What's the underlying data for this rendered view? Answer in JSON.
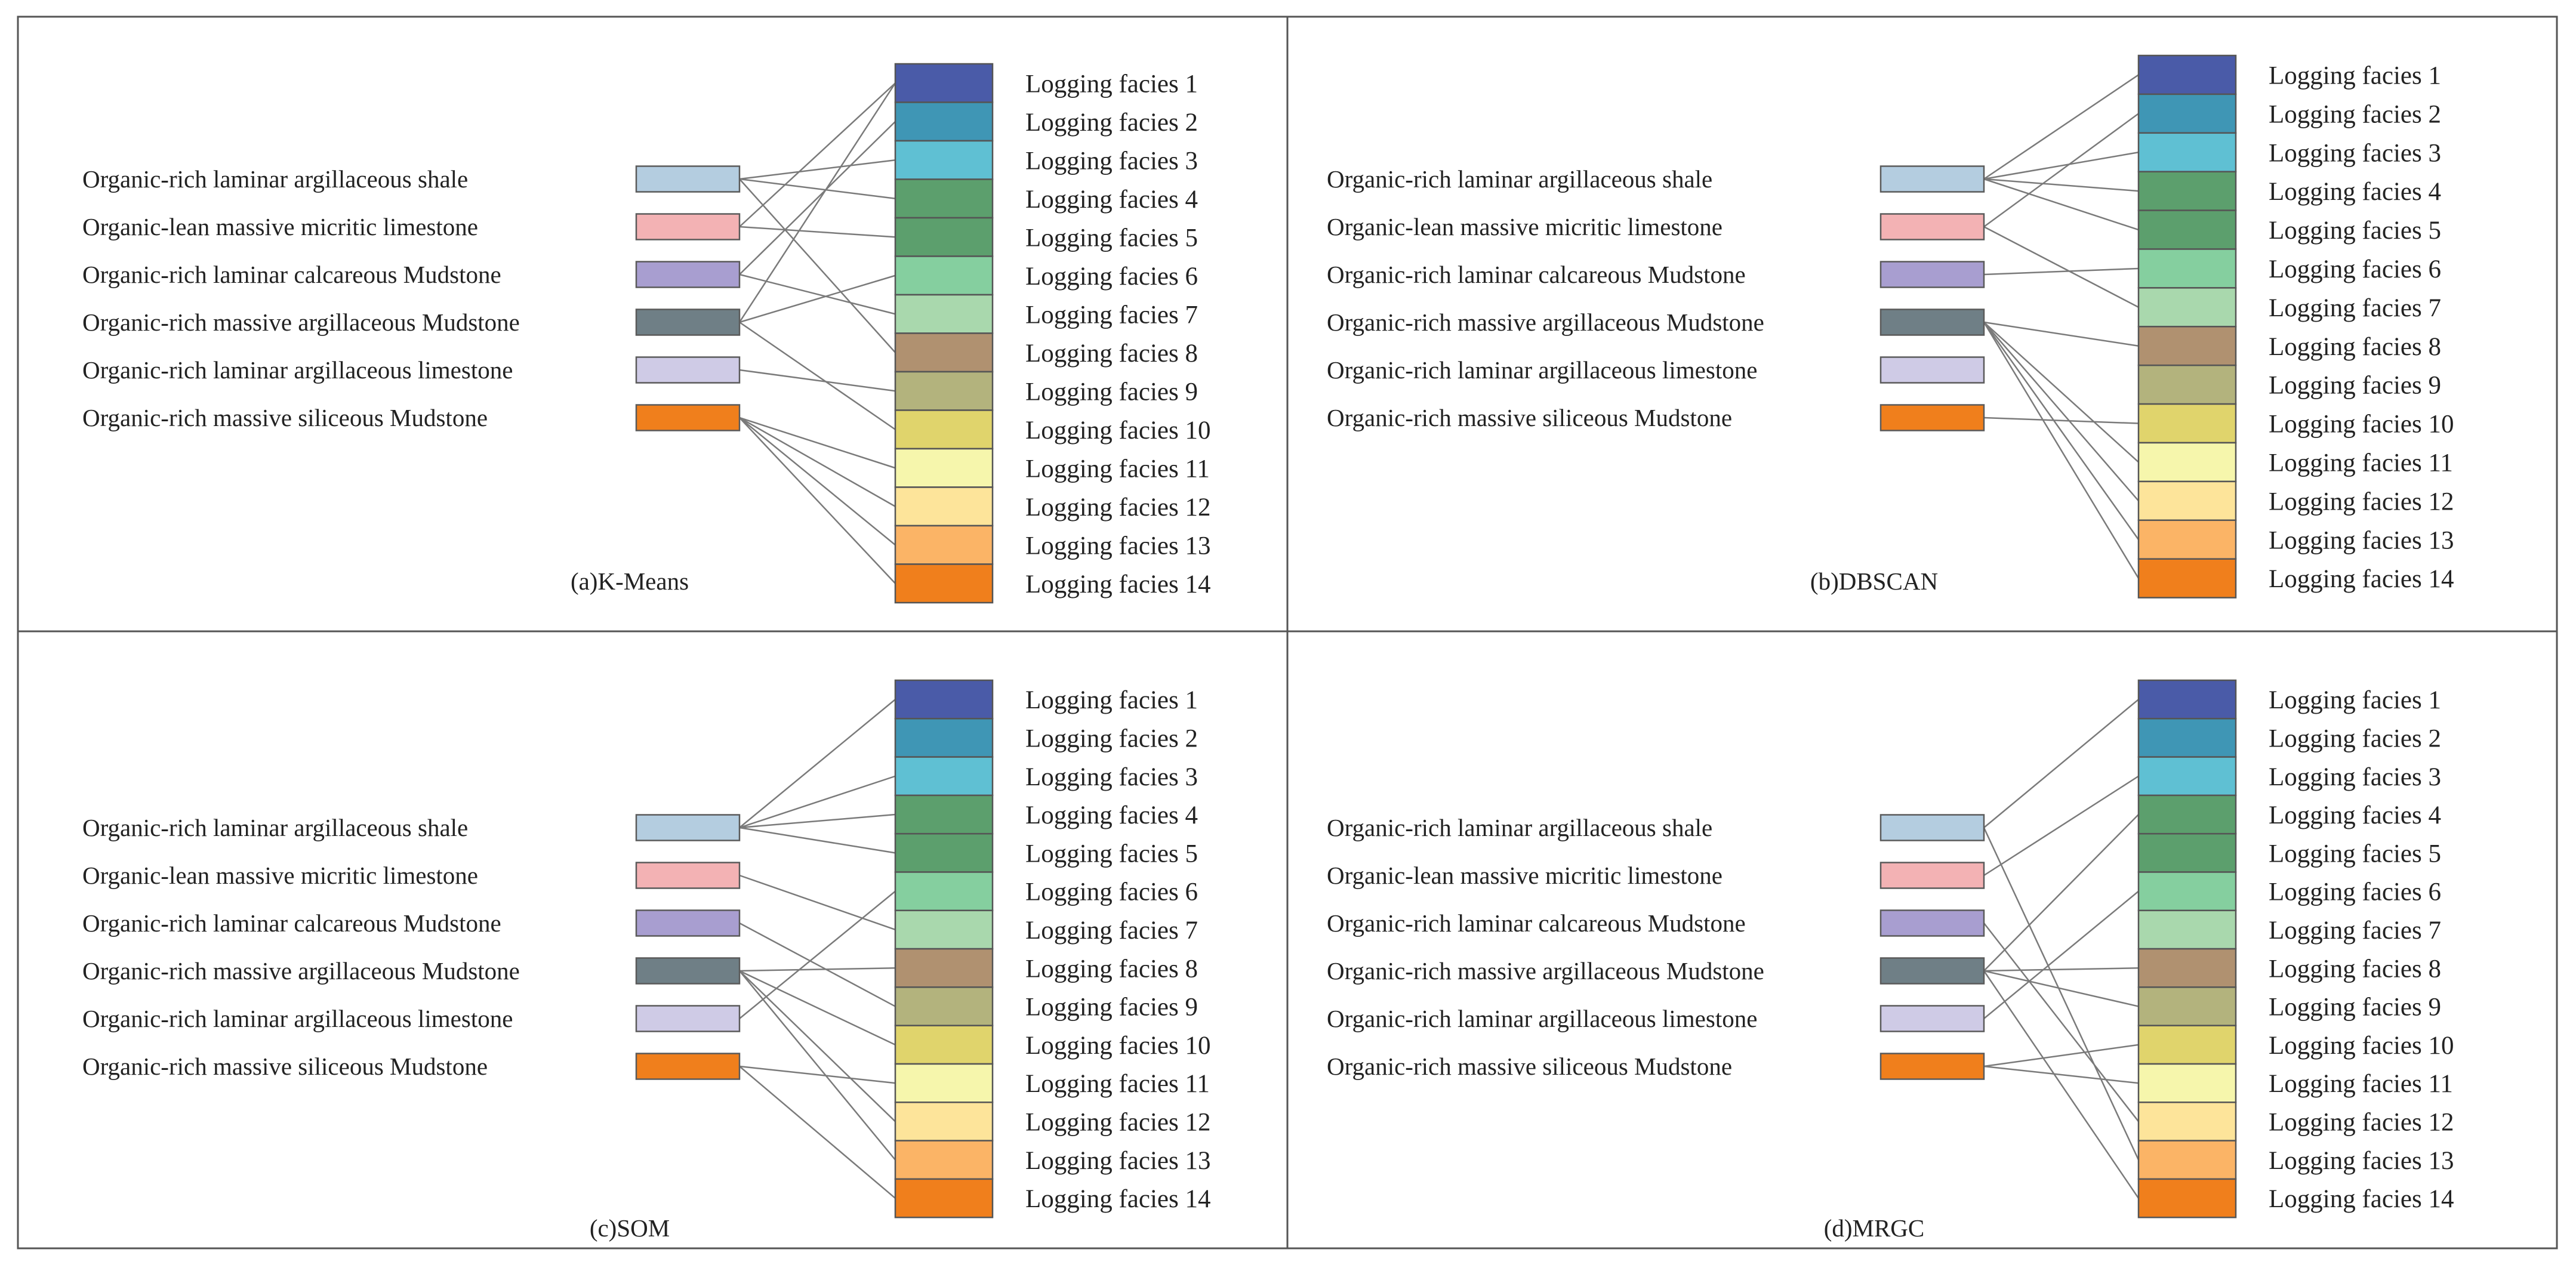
{
  "colors": {
    "lithofacies": [
      "#b4cde0",
      "#f3b2b4",
      "#a89ed0",
      "#6f7f86",
      "#cfcbe6",
      "#f07f1c"
    ],
    "facies": [
      "#4a5ba8",
      "#3f96b5",
      "#5fc0d3",
      "#5c9f6d",
      "#5c9f6d",
      "#85cf9f",
      "#a9d8ad",
      "#b09170",
      "#b3b37d",
      "#e0d46c",
      "#f6f6ac",
      "#fde49a",
      "#fbb466",
      "#f07f1c"
    ]
  },
  "lithofacies": [
    "Organic-rich laminar argillaceous shale",
    "Organic-lean massive micritic limestone",
    "Organic-rich laminar calcareous Mudstone",
    "Organic-rich massive argillaceous Mudstone",
    "Organic-rich laminar argillaceous limestone",
    "Organic-rich massive siliceous Mudstone"
  ],
  "facies": [
    "Logging facies 1",
    "Logging facies 2",
    "Logging facies 3",
    "Logging facies 4",
    "Logging facies 5",
    "Logging facies 6",
    "Logging facies 7",
    "Logging facies 8",
    "Logging facies 9",
    "Logging facies 10",
    "Logging facies 11",
    "Logging facies 12",
    "Logging facies 13",
    "Logging facies 14"
  ],
  "panels": [
    {
      "caption": "(a)K-Means",
      "links": [
        [
          0,
          2
        ],
        [
          0,
          3
        ],
        [
          0,
          7
        ],
        [
          1,
          0
        ],
        [
          1,
          4
        ],
        [
          2,
          1
        ],
        [
          2,
          6
        ],
        [
          3,
          0
        ],
        [
          3,
          5
        ],
        [
          3,
          9
        ],
        [
          4,
          8
        ],
        [
          5,
          10
        ],
        [
          5,
          11
        ],
        [
          5,
          12
        ],
        [
          5,
          13
        ]
      ]
    },
    {
      "caption": "(b)DBSCAN",
      "links": [
        [
          0,
          0
        ],
        [
          0,
          2
        ],
        [
          0,
          3
        ],
        [
          0,
          4
        ],
        [
          1,
          1
        ],
        [
          1,
          6
        ],
        [
          2,
          5
        ],
        [
          3,
          7
        ],
        [
          3,
          10
        ],
        [
          3,
          11
        ],
        [
          3,
          12
        ],
        [
          3,
          13
        ],
        [
          5,
          9
        ]
      ]
    },
    {
      "caption": "(c)SOM",
      "links": [
        [
          0,
          0
        ],
        [
          0,
          2
        ],
        [
          0,
          3
        ],
        [
          0,
          4
        ],
        [
          1,
          6
        ],
        [
          2,
          8
        ],
        [
          3,
          7
        ],
        [
          3,
          9
        ],
        [
          3,
          11
        ],
        [
          3,
          12
        ],
        [
          4,
          5
        ],
        [
          5,
          10
        ],
        [
          5,
          13
        ]
      ]
    },
    {
      "caption": "(d)MRGC",
      "links": [
        [
          0,
          0
        ],
        [
          0,
          12
        ],
        [
          1,
          2
        ],
        [
          2,
          11
        ],
        [
          3,
          3
        ],
        [
          3,
          7
        ],
        [
          3,
          8
        ],
        [
          3,
          13
        ],
        [
          4,
          5
        ],
        [
          5,
          9
        ],
        [
          5,
          10
        ]
      ]
    }
  ]
}
